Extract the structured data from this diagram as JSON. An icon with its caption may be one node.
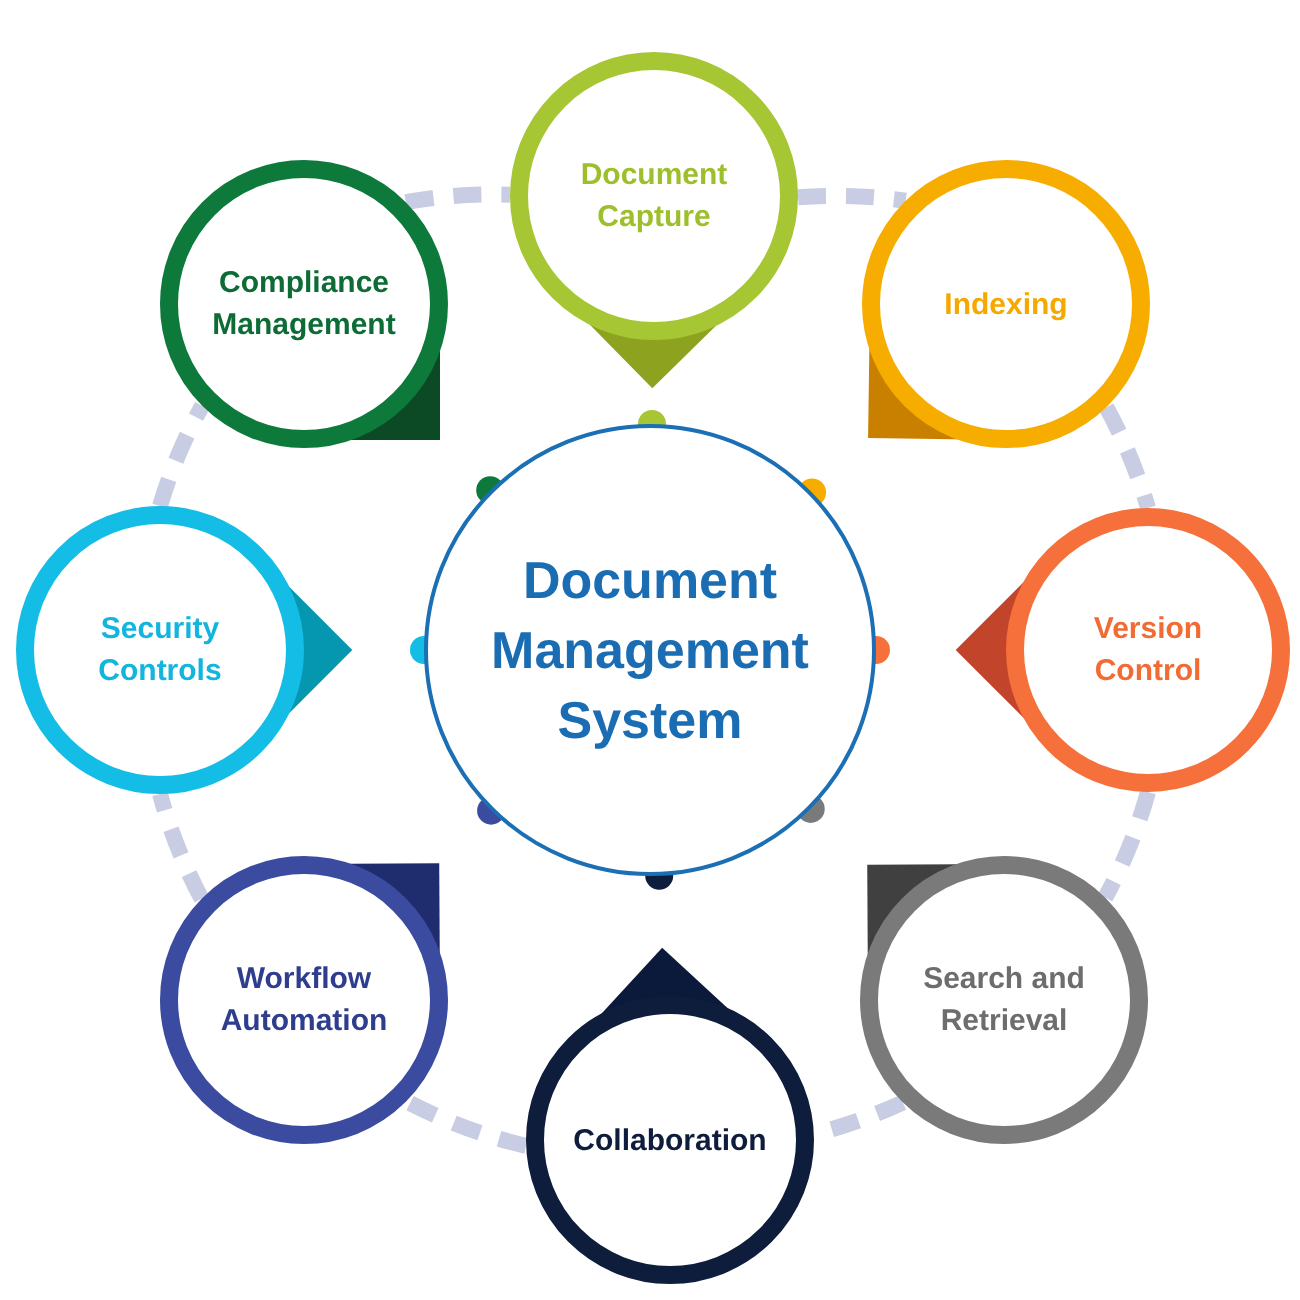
{
  "diagram": {
    "nodes": [
      {
        "text": [
          "Document Management System"
        ]
      },
      {
        "text": [
          "Document Capture"
        ]
      },
      {
        "text": [
          "Indexing"
        ]
      },
      {
        "text": [
          "Version Control"
        ]
      },
      {
        "text": [
          "Search and Retrieval"
        ]
      },
      {
        "text": [
          "Collaboration"
        ]
      },
      {
        "text": [
          "Workflow Automation"
        ]
      },
      {
        "text": [
          "Security Controls"
        ]
      },
      {
        "text": [
          "Compliance Management"
        ]
      }
    ],
    "edges": [
      {
        "from": 1,
        "to": 2,
        "arrow": "none",
        "style": "dashed"
      },
      {
        "from": 2,
        "to": 3,
        "arrow": "none",
        "style": "dashed"
      },
      {
        "from": 3,
        "to": 4,
        "arrow": "none",
        "style": "dashed"
      },
      {
        "from": 4,
        "to": 5,
        "arrow": "none",
        "style": "dashed"
      },
      {
        "from": 5,
        "to": 6,
        "arrow": "none",
        "style": "dashed"
      },
      {
        "from": 6,
        "to": 7,
        "arrow": "none",
        "style": "dashed"
      },
      {
        "from": 7,
        "to": 8,
        "arrow": "none",
        "style": "dashed"
      },
      {
        "from": 8,
        "to": 1,
        "arrow": "none",
        "style": "dashed"
      }
    ]
  }
}
